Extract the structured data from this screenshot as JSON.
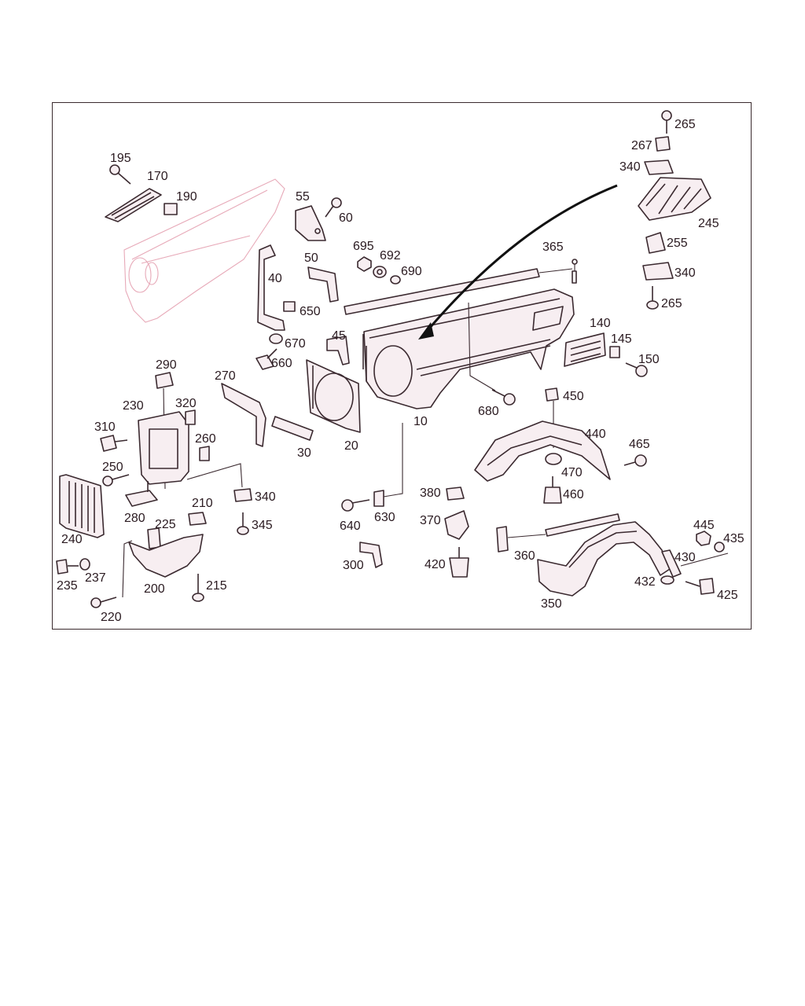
{
  "labels": {
    "p10": "10",
    "p20": "20",
    "p30": "30",
    "p40": "40",
    "p45": "45",
    "p50": "50",
    "p55": "55",
    "p60": "60",
    "p140": "140",
    "p145": "145",
    "p150": "150",
    "p170": "170",
    "p190": "190",
    "p195": "195",
    "p200": "200",
    "p210": "210",
    "p215": "215",
    "p220": "220",
    "p225": "225",
    "p230": "230",
    "p235": "235",
    "p237": "237",
    "p240": "240",
    "p245": "245",
    "p250": "250",
    "p255": "255",
    "p260": "260",
    "p265a": "265",
    "p265b": "265",
    "p267": "267",
    "p270": "270",
    "p280": "280",
    "p290": "290",
    "p300": "300",
    "p310": "310",
    "p320": "320",
    "p340a": "340",
    "p340b": "340",
    "p340c": "340",
    "p345": "345",
    "p350": "350",
    "p360": "360",
    "p365": "365",
    "p370": "370",
    "p380": "380",
    "p420": "420",
    "p425": "425",
    "p430": "430",
    "p432": "432",
    "p435": "435",
    "p440": "440",
    "p445": "445",
    "p450": "450",
    "p460": "460",
    "p465": "465",
    "p470": "470",
    "p630": "630",
    "p640": "640",
    "p650": "650",
    "p660": "660",
    "p670": "670",
    "p680": "680",
    "p690": "690",
    "p692": "692",
    "p695": "695"
  },
  "colors": {
    "line": "#3b2a30",
    "ghost": "#e7a9b8",
    "frame": "#3a2a2e"
  }
}
